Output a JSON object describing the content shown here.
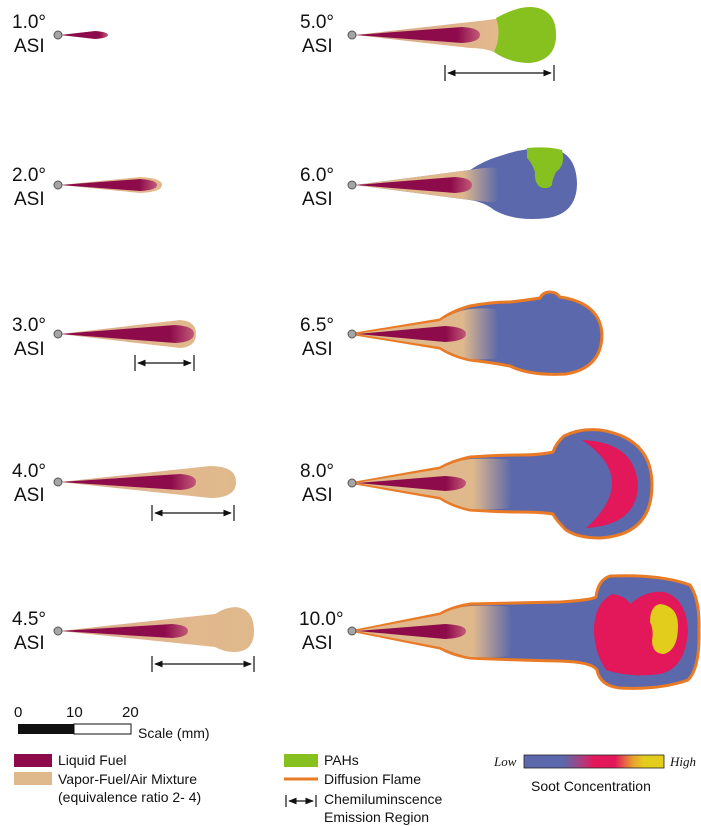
{
  "colors": {
    "liquid_fuel": "#8e0b4b",
    "vapor": "#dfb98c",
    "pahs": "#86c11f",
    "diffusion_flame": "#e97a26",
    "soot_low": "#5b68ab",
    "soot_mid": "#e2185a",
    "soot_high": "#e3cd1c",
    "nozzle": "#9a9a9a"
  },
  "stages": [
    {
      "angle": "1.0°",
      "unit": "ASI"
    },
    {
      "angle": "2.0°",
      "unit": "ASI"
    },
    {
      "angle": "3.0°",
      "unit": "ASI"
    },
    {
      "angle": "4.0°",
      "unit": "ASI"
    },
    {
      "angle": "4.5°",
      "unit": "ASI"
    },
    {
      "angle": "5.0°",
      "unit": "ASI"
    },
    {
      "angle": "6.0°",
      "unit": "ASI"
    },
    {
      "angle": "6.5°",
      "unit": "ASI"
    },
    {
      "angle": "8.0°",
      "unit": "ASI"
    },
    {
      "angle": "10.0°",
      "unit": "ASI"
    }
  ],
  "scale": {
    "ticks": [
      "0",
      "10",
      "20"
    ],
    "label": "Scale (mm)"
  },
  "legend": {
    "liquid_fuel": "Liquid Fuel",
    "vapor_line1": "Vapor-Fuel/Air Mixture",
    "vapor_line2": "(equivalence ratio 2- 4)",
    "pahs": "PAHs",
    "diffusion_flame": "Diffusion Flame",
    "chemi_line1": "Chemiluminscence",
    "chemi_line2": "Emission Region",
    "soot_low": "Low",
    "soot_high": "High",
    "soot_title": "Soot Concentration"
  }
}
